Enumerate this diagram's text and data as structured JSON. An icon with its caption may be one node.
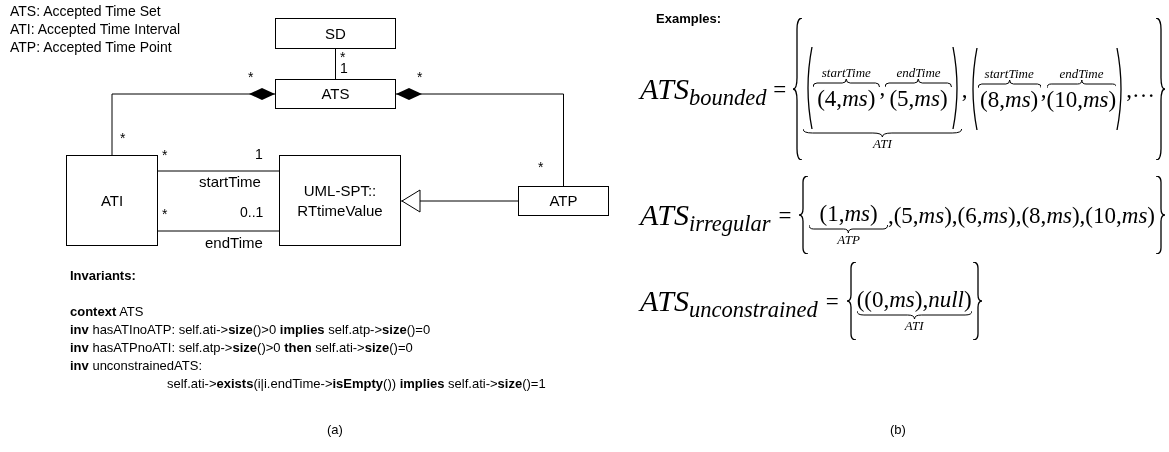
{
  "diagram": {
    "nodes": [
      {
        "text": [
          "SD"
        ]
      },
      {
        "text": [
          "ATS"
        ]
      },
      {
        "text": [
          "ATI"
        ]
      },
      {
        "text": [
          "UML-SPT:: RTtimeValue"
        ]
      },
      {
        "text": [
          "ATP"
        ]
      }
    ],
    "edges": [
      {
        "from": 0,
        "to": 1,
        "arrow": "none"
      },
      {
        "from": 1,
        "to": 2,
        "arrow": "other"
      },
      {
        "from": 1,
        "to": 4,
        "arrow": "other"
      },
      {
        "from": 2,
        "to": 3,
        "arrow": "none",
        "label": "startTime"
      },
      {
        "from": 2,
        "to": 3,
        "arrow": "none",
        "label": "endTime"
      },
      {
        "from": 4,
        "to": 3,
        "arrow": "to"
      }
    ],
    "labels": [
      "ATS: Accepted Time Set",
      "ATI: Accepted Time Interval",
      "ATP: Accepted Time Point",
      "*",
      "1",
      "*",
      "*",
      "*",
      "*",
      "1",
      "*",
      "0..1",
      "*",
      "Invariants:",
      "**context** ATS",
      "**inv** hasATInoATP: self.ati->**size**()>0 **implies** self.atp->**size**()=0",
      "**inv** hasATPnoATI: self.atp->**size**()>0 **then** self.ati->**size**()=0",
      "**inv** unconstrainedATS:",
      "self.ati->**exists**(i|i.endTime->**isEmpty**()) **implies** self.ati->**size**()=1",
      "(a)",
      "Examples:",
      "ATS$_{bounded}$",
      "=",
      "startTime",
      "(4,*ms*)",
      ",",
      "endTime",
      "(5,*ms*)",
      "ATI",
      ",",
      "startTime",
      "(8,*ms*)",
      ",",
      "endTime",
      "(10,*ms*)",
      ",…",
      "ATS$_{irregular}$",
      "=",
      "(1,*ms*)",
      "ATP",
      ",(5,*ms*),(6,*ms*),(8,*ms*),(10,*ms*)",
      "ATS$_{unconstrained}$",
      "=",
      "((0,*ms*),*null*)",
      "ATI",
      "(b)"
    ]
  }
}
